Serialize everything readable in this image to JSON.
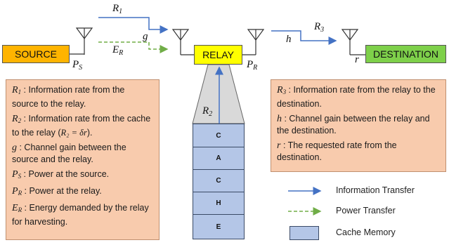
{
  "nodes": {
    "source": "SOURCE",
    "relay": "RELAY",
    "destination": "DESTINATION"
  },
  "labels": {
    "r1": {
      "main": "R",
      "sub": "1"
    },
    "r2": {
      "main": "R",
      "sub": "2"
    },
    "r3": {
      "main": "R",
      "sub": "3"
    },
    "g": "g",
    "er": {
      "main": "E",
      "sub": "R"
    },
    "ps": {
      "main": "P",
      "sub": "S"
    },
    "pr": {
      "main": "P",
      "sub": "R"
    },
    "h": "h",
    "r": "r"
  },
  "left_box": [
    {
      "sym": "R",
      "sub": "1",
      "text": ": Information rate from the source to the relay."
    },
    {
      "sym": "R",
      "sub": "2",
      "text": ": Information rate from the cache to the relay (",
      "eq": "R₂ = δr",
      "tail": ")."
    },
    {
      "sym": "g",
      "sub": "",
      "text": ": Channel gain between the source and the relay."
    },
    {
      "sym": "P",
      "sub": "S",
      "text": ": Power at the source."
    },
    {
      "sym": "P",
      "sub": "R",
      "text": ": Power at the relay."
    },
    {
      "sym": "E",
      "sub": "R",
      "text": ": Energy demanded by the relay for harvesting."
    }
  ],
  "right_box": [
    {
      "sym": "R",
      "sub": "3",
      "text": ": Information rate from the relay to the destination."
    },
    {
      "sym": "h",
      "sub": "",
      "text": ": Channel gain between the relay and the destination."
    },
    {
      "sym": "r",
      "sub": "",
      "text": ": The requested rate from the destination."
    }
  ],
  "cache_letters": [
    "C",
    "A",
    "C",
    "H",
    "E"
  ],
  "legend": {
    "information": "Information Transfer",
    "power": "Power Transfer",
    "cache": "Cache Memory"
  },
  "colors": {
    "source": "#ffb400",
    "relay": "#ffff00",
    "destination": "#7ed04a",
    "info_box": "#f8cbad",
    "cache": "#b4c6e7",
    "info_arrow": "#4472c4",
    "power_arrow": "#70ad47"
  }
}
